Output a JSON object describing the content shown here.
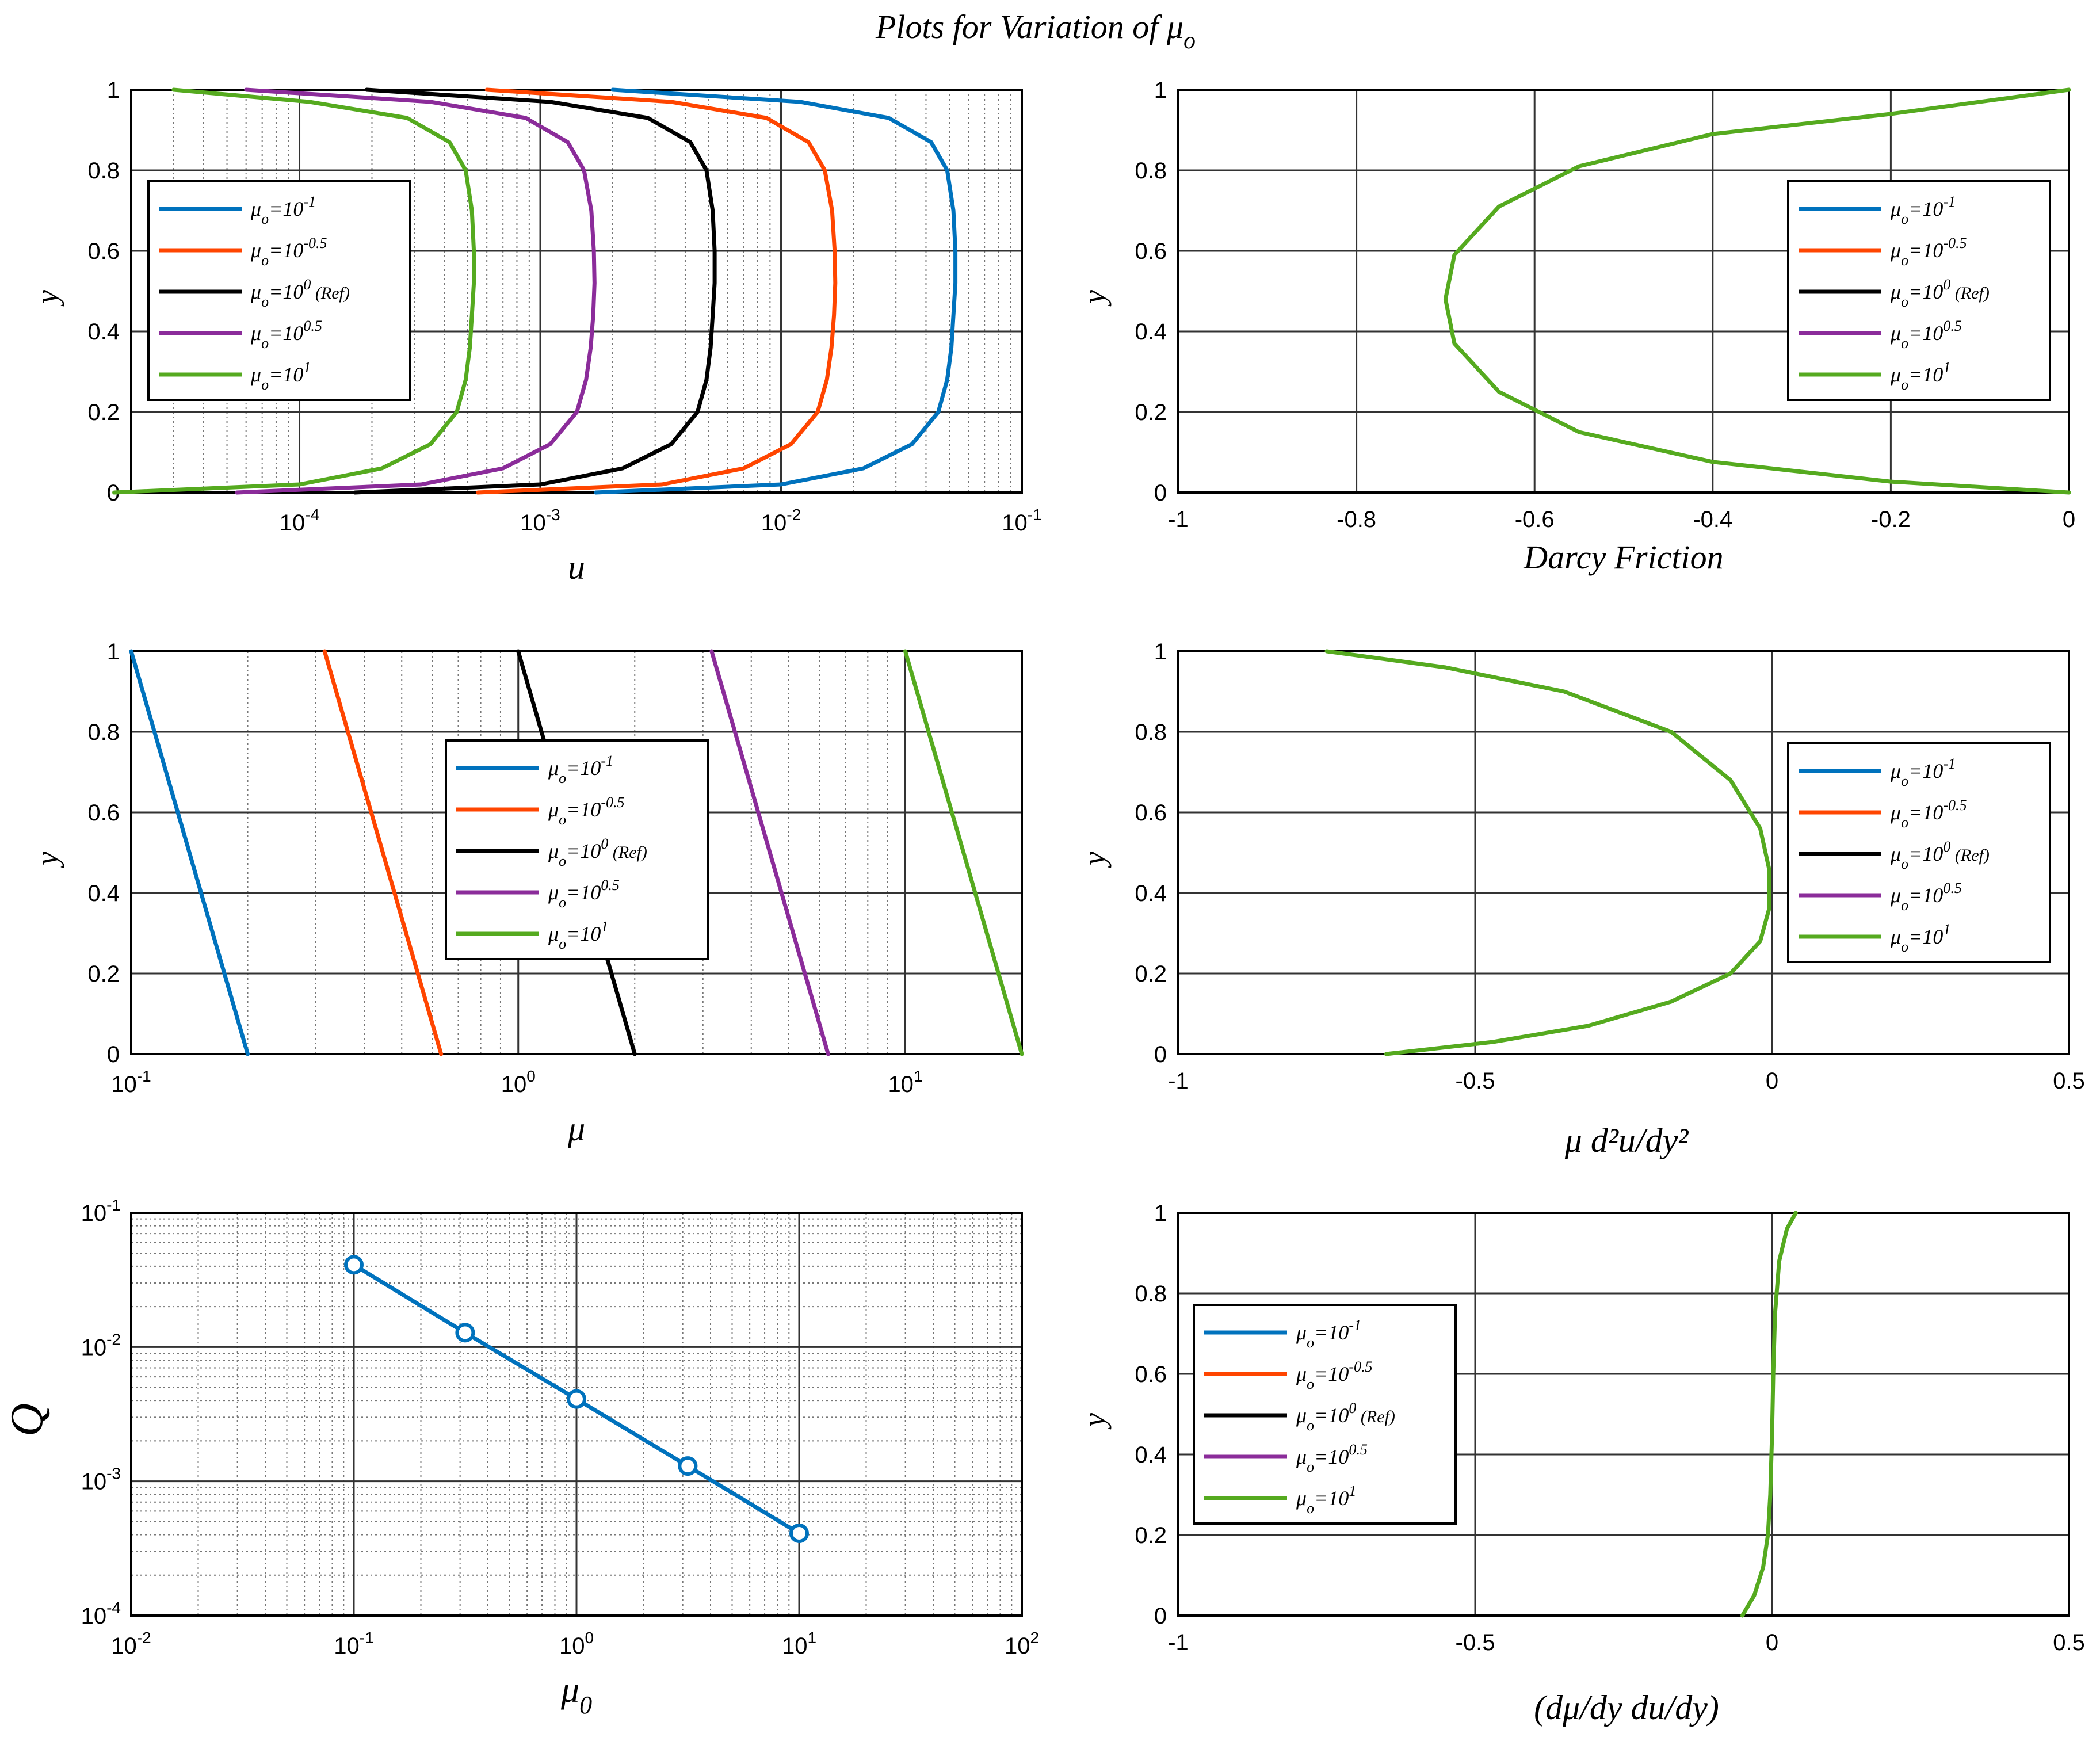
{
  "figure_title": "Plots for Variation of μ",
  "figure_title_sub": "o",
  "colors": {
    "blue": "#0072BD",
    "orange": "#FF4500",
    "black": "#000000",
    "purple": "#8B2C9A",
    "green": "#55AA1F",
    "grid": "#333333"
  },
  "legend": [
    {
      "base": "μ",
      "sub": "o",
      "eq": "=10",
      "sup": "-1",
      "tail": "",
      "color": "#0072BD"
    },
    {
      "base": "μ",
      "sub": "o",
      "eq": "=10",
      "sup": "-0.5",
      "tail": "",
      "color": "#FF4500"
    },
    {
      "base": "μ",
      "sub": "o",
      "eq": "=10",
      "sup": "0",
      "tail": " (Ref)",
      "color": "#000000"
    },
    {
      "base": "μ",
      "sub": "o",
      "eq": "=10",
      "sup": "0.5",
      "tail": "",
      "color": "#8B2C9A"
    },
    {
      "base": "μ",
      "sub": "o",
      "eq": "=10",
      "sup": "1",
      "tail": "",
      "color": "#55AA1F"
    }
  ],
  "chart_data": [
    {
      "id": "u",
      "type": "line",
      "xlabel": "u",
      "ylabel": "y",
      "xscale": "log",
      "xlim": [
        2e-05,
        0.1
      ],
      "ylim": [
        0,
        1
      ],
      "xticks": [
        {
          "base": "10",
          "sup": "-4",
          "v": 0.0001
        },
        {
          "base": "10",
          "sup": "-3",
          "v": 0.001
        },
        {
          "base": "10",
          "sup": "-2",
          "v": 0.01
        },
        {
          "base": "10",
          "sup": "-1",
          "v": 0.1
        }
      ],
      "yticks": [
        "0",
        "0.2",
        "0.4",
        "0.6",
        "0.8",
        "1"
      ],
      "legend_position": "upper-left",
      "series": [
        {
          "color": "#0072BD",
          "x": [
            0.0017,
            0.01,
            0.022,
            0.035,
            0.045,
            0.049,
            0.051,
            0.052,
            0.053,
            0.053,
            0.052,
            0.049,
            0.042,
            0.028,
            0.012,
            0.002
          ],
          "y": [
            0,
            0.02,
            0.06,
            0.12,
            0.2,
            0.28,
            0.36,
            0.44,
            0.52,
            0.6,
            0.7,
            0.8,
            0.87,
            0.93,
            0.97,
            1.0
          ]
        },
        {
          "color": "#FF4500",
          "x": [
            0.00055,
            0.0032,
            0.007,
            0.011,
            0.0142,
            0.0155,
            0.0162,
            0.0166,
            0.0168,
            0.0167,
            0.0163,
            0.0152,
            0.013,
            0.0087,
            0.0035,
            0.0006
          ],
          "y": [
            0,
            0.02,
            0.06,
            0.12,
            0.2,
            0.28,
            0.36,
            0.44,
            0.52,
            0.6,
            0.7,
            0.8,
            0.87,
            0.93,
            0.97,
            1.0
          ]
        },
        {
          "color": "#000000",
          "x": [
            0.00017,
            0.001,
            0.0022,
            0.0035,
            0.0045,
            0.0049,
            0.0051,
            0.0052,
            0.0053,
            0.0053,
            0.0052,
            0.0049,
            0.0042,
            0.0028,
            0.0011,
            0.00019
          ],
          "y": [
            0,
            0.02,
            0.06,
            0.12,
            0.2,
            0.28,
            0.36,
            0.44,
            0.52,
            0.6,
            0.7,
            0.8,
            0.87,
            0.93,
            0.97,
            1.0
          ]
        },
        {
          "color": "#8B2C9A",
          "x": [
            5.5e-05,
            0.00032,
            0.0007,
            0.0011,
            0.00142,
            0.00155,
            0.00162,
            0.00166,
            0.00168,
            0.00167,
            0.00163,
            0.00152,
            0.0013,
            0.00087,
            0.00035,
            6e-05
          ],
          "y": [
            0,
            0.02,
            0.06,
            0.12,
            0.2,
            0.28,
            0.36,
            0.44,
            0.52,
            0.6,
            0.7,
            0.8,
            0.87,
            0.93,
            0.97,
            1.0
          ]
        },
        {
          "color": "#55AA1F",
          "x": [
            1.7e-05,
            0.0001,
            0.00022,
            0.00035,
            0.00045,
            0.00049,
            0.00051,
            0.00052,
            0.00053,
            0.00053,
            0.00052,
            0.00049,
            0.00042,
            0.00028,
            0.00011,
            3e-05
          ],
          "y": [
            0,
            0.02,
            0.06,
            0.12,
            0.2,
            0.28,
            0.36,
            0.44,
            0.52,
            0.6,
            0.7,
            0.8,
            0.87,
            0.93,
            0.97,
            1.0
          ]
        }
      ]
    },
    {
      "id": "darcy",
      "type": "line",
      "xlabel": "Darcy Friction",
      "ylabel": "y",
      "xscale": "linear",
      "xlim": [
        -1,
        0
      ],
      "ylim": [
        0,
        1
      ],
      "xticks": [
        "-1",
        "-0.8",
        "-0.6",
        "-0.4",
        "-0.2",
        "0"
      ],
      "yticks": [
        "0",
        "0.2",
        "0.4",
        "0.6",
        "0.8",
        "1"
      ],
      "legend_position": "right",
      "series": [
        {
          "color": "#55AA1F",
          "x": [
            0,
            -0.2,
            -0.4,
            -0.55,
            -0.64,
            -0.69,
            -0.7,
            -0.69,
            -0.64,
            -0.55,
            -0.4,
            -0.2,
            0
          ],
          "y": [
            0,
            0.027,
            0.076,
            0.15,
            0.25,
            0.37,
            0.48,
            0.59,
            0.71,
            0.81,
            0.89,
            0.94,
            1.0
          ]
        }
      ]
    },
    {
      "id": "mu",
      "type": "line",
      "xlabel": "μ",
      "ylabel": "y",
      "xscale": "log",
      "xlim": [
        0.1,
        20
      ],
      "ylim": [
        0,
        1
      ],
      "xticks": [
        {
          "base": "10",
          "sup": "-1",
          "v": 0.1
        },
        {
          "base": "10",
          "sup": "0",
          "v": 1
        },
        {
          "base": "10",
          "sup": "1",
          "v": 10
        }
      ],
      "yticks": [
        "0",
        "0.2",
        "0.4",
        "0.6",
        "0.8",
        "1"
      ],
      "legend_position": "center",
      "series": [
        {
          "color": "#0072BD",
          "x": [
            0.2,
            0.1
          ],
          "y": [
            0,
            1
          ]
        },
        {
          "color": "#FF4500",
          "x": [
            0.632,
            0.316
          ],
          "y": [
            0,
            1
          ]
        },
        {
          "color": "#000000",
          "x": [
            2.0,
            1.0
          ],
          "y": [
            0,
            1
          ]
        },
        {
          "color": "#8B2C9A",
          "x": [
            6.32,
            3.16
          ],
          "y": [
            0,
            1
          ]
        },
        {
          "color": "#55AA1F",
          "x": [
            20,
            10
          ],
          "y": [
            0,
            1
          ]
        }
      ]
    },
    {
      "id": "mud2u",
      "type": "line",
      "xlabel": "μ d²u/dy²",
      "ylabel": "y",
      "xscale": "linear",
      "xlim": [
        -1,
        0.5
      ],
      "ylim": [
        0,
        1
      ],
      "xticks": [
        "-1",
        "-0.5",
        "0",
        "0.5"
      ],
      "yticks": [
        "0",
        "0.2",
        "0.4",
        "0.6",
        "0.8",
        "1"
      ],
      "legend_position": "right",
      "series": [
        {
          "color": "#55AA1F",
          "x": [
            -0.65,
            -0.47,
            -0.31,
            -0.17,
            -0.07,
            -0.02,
            -0.005,
            -0.005,
            -0.02,
            -0.07,
            -0.17,
            -0.35,
            -0.55,
            -0.75
          ],
          "y": [
            0,
            0.03,
            0.07,
            0.13,
            0.2,
            0.28,
            0.36,
            0.46,
            0.56,
            0.68,
            0.8,
            0.9,
            0.96,
            1.0
          ]
        }
      ]
    },
    {
      "id": "Q",
      "type": "line",
      "xlabel": "μ",
      "xlabel_sub": "0",
      "ylabel": "Q",
      "xscale": "log",
      "yscale": "log",
      "xlim": [
        0.01,
        100
      ],
      "ylim": [
        0.0001,
        0.1
      ],
      "xticks": [
        {
          "base": "10",
          "sup": "-2",
          "v": 0.01
        },
        {
          "base": "10",
          "sup": "-1",
          "v": 0.1
        },
        {
          "base": "10",
          "sup": "0",
          "v": 1
        },
        {
          "base": "10",
          "sup": "1",
          "v": 10
        },
        {
          "base": "10",
          "sup": "2",
          "v": 100
        }
      ],
      "yticks": [
        {
          "base": "10",
          "sup": "-4",
          "v": 0.0001
        },
        {
          "base": "10",
          "sup": "-3",
          "v": 0.001
        },
        {
          "base": "10",
          "sup": "-2",
          "v": 0.01
        },
        {
          "base": "10",
          "sup": "-1",
          "v": 0.1
        }
      ],
      "series": [
        {
          "color": "#0072BD",
          "markers": true,
          "x": [
            0.1,
            0.316,
            1,
            3.16,
            10
          ],
          "y": [
            0.041,
            0.0128,
            0.0041,
            0.0013,
            0.00041
          ]
        }
      ]
    },
    {
      "id": "dmudu",
      "type": "line",
      "xlabel": "(dμ/dy du/dy)",
      "ylabel": "y",
      "xscale": "linear",
      "xlim": [
        -1,
        0.5
      ],
      "ylim": [
        0,
        1
      ],
      "xticks": [
        "-1",
        "-0.5",
        "0",
        "0.5"
      ],
      "yticks": [
        "0",
        "0.2",
        "0.4",
        "0.6",
        "0.8",
        "1"
      ],
      "legend_position": "left",
      "series": [
        {
          "color": "#55AA1F",
          "x": [
            -0.05,
            -0.03,
            -0.015,
            -0.007,
            -0.003,
            0.0,
            0.002,
            0.005,
            0.012,
            0.025,
            0.04
          ],
          "y": [
            0,
            0.05,
            0.12,
            0.2,
            0.3,
            0.45,
            0.6,
            0.75,
            0.88,
            0.96,
            1.0
          ]
        }
      ]
    }
  ]
}
